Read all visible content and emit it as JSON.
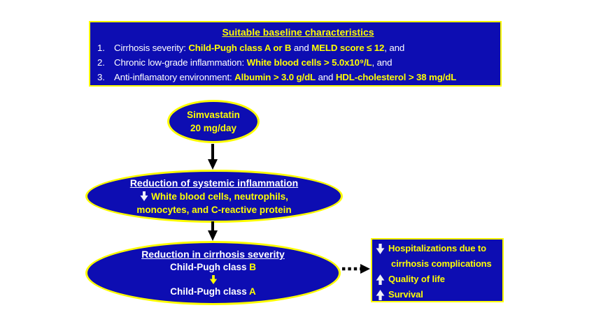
{
  "colors": {
    "shape_fill": "#0d0db2",
    "shape_border": "#ffff00",
    "highlight_text": "#ffff00",
    "body_text": "#ffffff",
    "connector": "#000000",
    "block_arrow": "#eef0fa"
  },
  "baseline_box": {
    "title": "Suitable baseline characteristics",
    "items": [
      {
        "num": "1.",
        "pre": "Cirrhosis severity: ",
        "hl1": "Child-Pugh class A or B",
        "mid": " and ",
        "hl2": "MELD score ≤ 12",
        "post": ", and"
      },
      {
        "num": "2.",
        "pre": "Chronic low-grade inflammation: ",
        "hl1": "White blood cells > 5.0x10⁹/L",
        "post": ", and"
      },
      {
        "num": "3.",
        "pre": "Anti-inflamatory environment: ",
        "hl1": "Albumin > 3.0 g/dL",
        "mid": " and ",
        "hl2": "HDL-cholesterol > 38 mg/dL",
        "post": ""
      }
    ]
  },
  "simvastatin_ellipse": {
    "line1": "Simvastatin",
    "line2": "20 mg/day"
  },
  "inflammation_ellipse": {
    "title": "Reduction of systemic inflammation",
    "line2": "White blood cells, neutrophils,",
    "line3": "monocytes, and C-reactive protein"
  },
  "severity_ellipse": {
    "title": "Reduction in cirrhosis severity",
    "from_pre": "Child-Pugh class ",
    "from_class": "B",
    "to_pre": "Child-Pugh class ",
    "to_class": "A"
  },
  "outcomes_box": {
    "line1a": "Hospitalizations due to",
    "line1b": "cirrhosis complications",
    "line2": "Quality of life",
    "line3": "Survival"
  }
}
